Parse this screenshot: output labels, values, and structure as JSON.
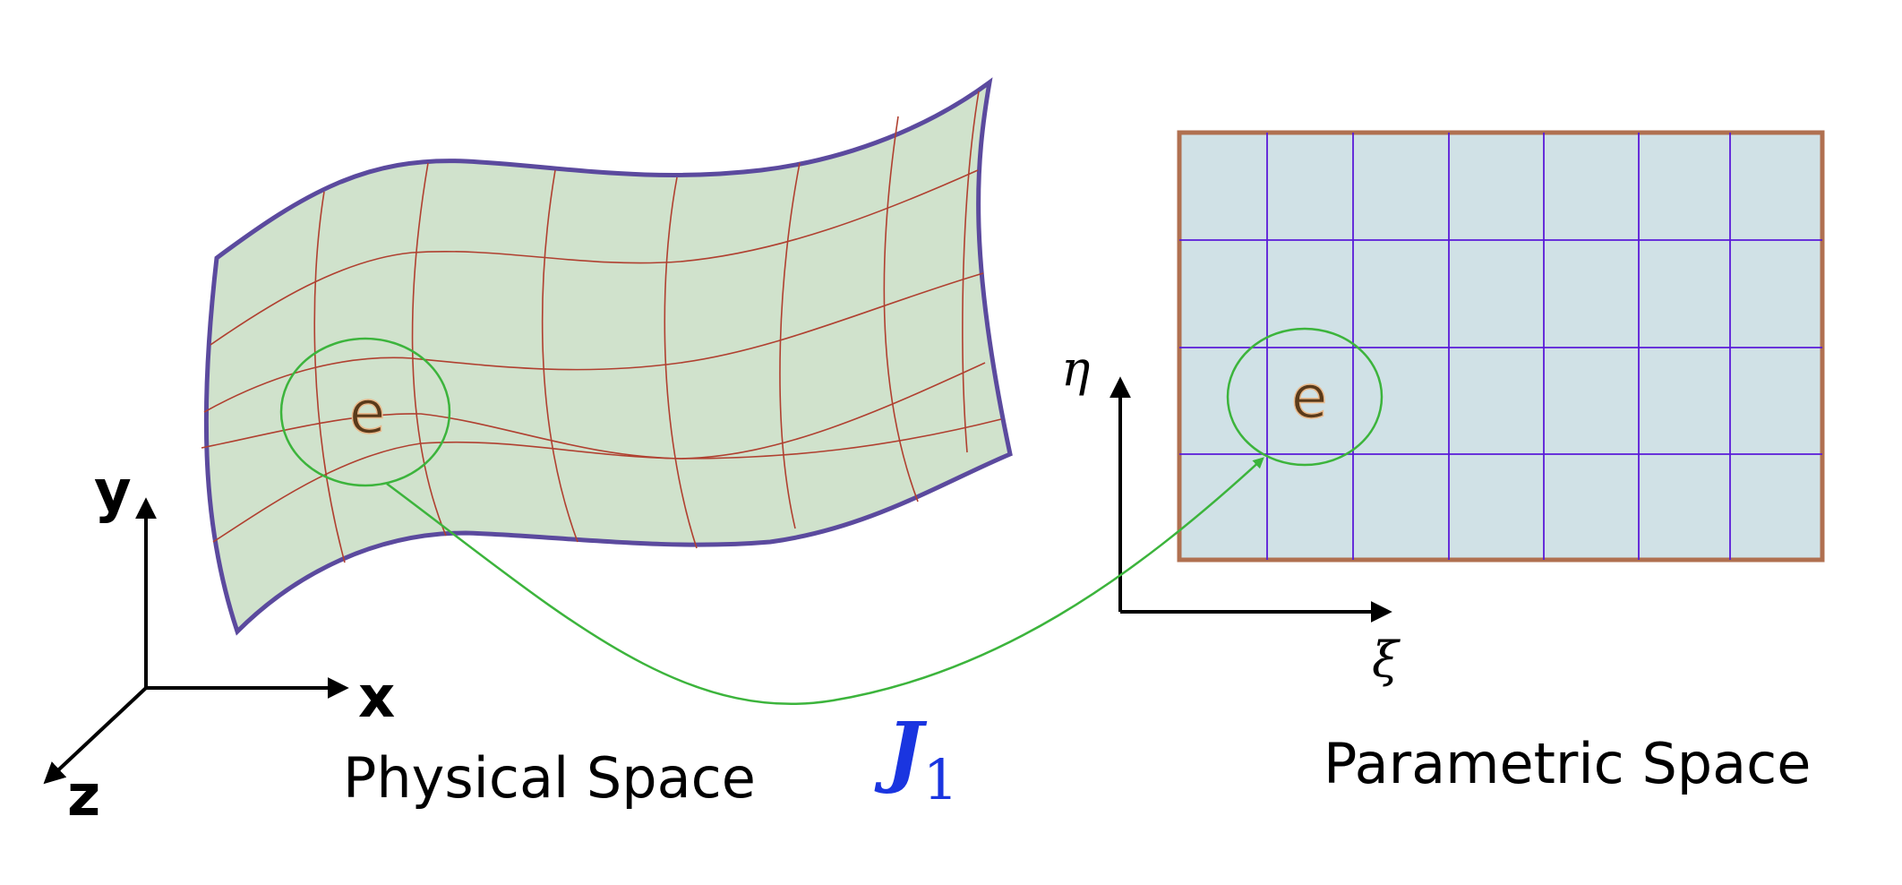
{
  "physical": {
    "caption": "Physical Space",
    "element_label": "e",
    "axes": {
      "x": "x",
      "y": "y",
      "z": "z"
    }
  },
  "parametric": {
    "caption": "Parametric Space",
    "element_label": "e",
    "axes": {
      "xi": "ξ",
      "eta": "η"
    }
  },
  "mapping": {
    "symbol": "J",
    "subscript": "1"
  },
  "colors": {
    "surface_fill": "#d0e2cc",
    "surface_border": "#5b4a9e",
    "surface_grid": "#b04030",
    "rect_fill": "#d0e1e6",
    "rect_border": "#b07050",
    "rect_grid": "#5a1ad8",
    "highlight": "#3cb43c",
    "jacobian": "#1a35e0"
  }
}
